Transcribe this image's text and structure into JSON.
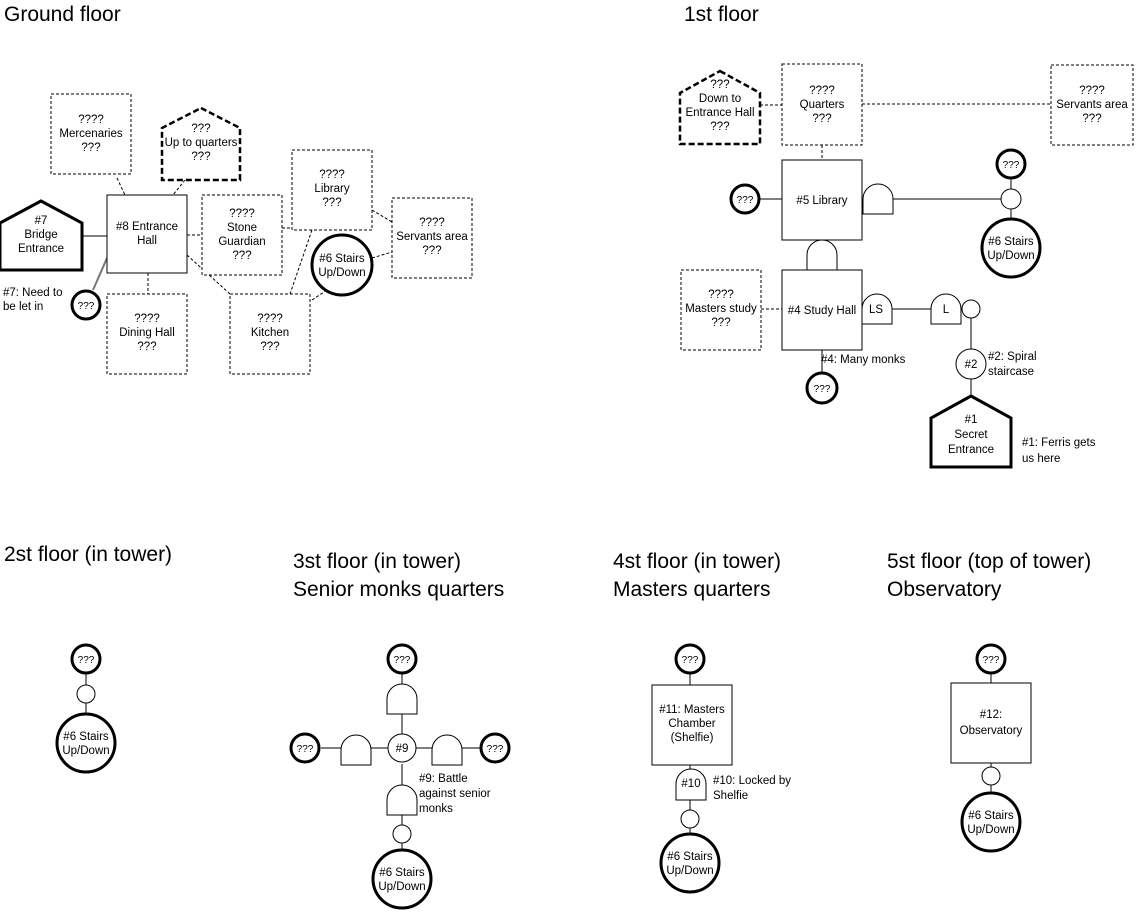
{
  "headings": {
    "ground": "Ground floor",
    "first": "1st floor",
    "second": "2st floor (in tower)",
    "third": [
      "3st floor (in tower)",
      "Senior monks quarters"
    ],
    "fourth": [
      "4st floor (in tower)",
      "Masters quarters"
    ],
    "fifth": [
      "5st floor (top of tower)",
      "Observatory"
    ]
  },
  "ground": {
    "mercenaries": [
      "????",
      "Mercenaries",
      "???"
    ],
    "up_to_quarters": [
      "???",
      "Up to quarters",
      "???"
    ],
    "library": [
      "????",
      "Library",
      "???"
    ],
    "bridge_entrance": [
      "#7",
      "Bridge",
      "Entrance"
    ],
    "entrance_hall": [
      "#8 Entrance",
      "Hall"
    ],
    "stone_guardian": [
      "????",
      "Stone",
      "Guardian",
      "???"
    ],
    "servants_area": [
      "????",
      "Servants area",
      "???"
    ],
    "stairs": [
      "#6 Stairs",
      "Up/Down"
    ],
    "note_7": [
      "#7: Need to",
      "be let in"
    ],
    "unknown": "???",
    "dining_hall": [
      "????",
      "Dining Hall",
      "???"
    ],
    "kitchen": [
      "????",
      "Kitchen",
      "???"
    ]
  },
  "first": {
    "down_to_entrance": [
      "???",
      "Down to",
      "Entrance Hall",
      "???"
    ],
    "quarters": [
      "????",
      "Quarters",
      "???"
    ],
    "servants_area": [
      "????",
      "Servants area",
      "???"
    ],
    "unknown": "???",
    "library": "#5 Library",
    "stairs": [
      "#6 Stairs",
      "Up/Down"
    ],
    "masters_study": [
      "????",
      "Masters study",
      "???"
    ],
    "study_hall": "#4 Study Hall",
    "door_ls": "LS",
    "door_l": "L",
    "spiral": "#2",
    "note_2": [
      "#2: Spiral",
      "staircase"
    ],
    "note_4": "#4: Many monks",
    "secret_entrance": [
      "#1",
      "Secret",
      "Entrance"
    ],
    "note_1": [
      "#1: Ferris gets",
      "us here"
    ]
  },
  "second": {
    "unknown": "???",
    "stairs": [
      "#6 Stairs",
      "Up/Down"
    ]
  },
  "third": {
    "unknown": "???",
    "hub": "#9",
    "note_9": [
      "#9: Battle",
      "against senior",
      "monks"
    ],
    "stairs": [
      "#6 Stairs",
      "Up/Down"
    ]
  },
  "fourth": {
    "unknown": "???",
    "chamber": [
      "#11: Masters",
      "Chamber",
      "(Shelfie)"
    ],
    "door": "#10",
    "note_10": [
      "#10: Locked by",
      "Shelfie"
    ],
    "stairs": [
      "#6 Stairs",
      "Up/Down"
    ]
  },
  "fifth": {
    "unknown": "???",
    "observatory": [
      "#12:",
      "Observatory"
    ],
    "stairs": [
      "#6 Stairs",
      "Up/Down"
    ]
  }
}
